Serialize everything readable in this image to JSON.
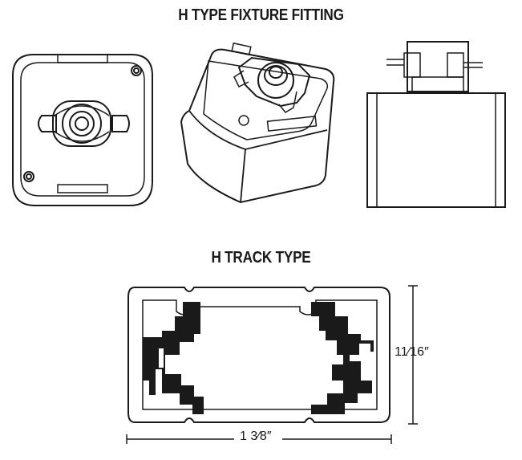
{
  "titles": {
    "fixture_fitting": "H TYPE FIXTURE FITTING",
    "track_type": "H TRACK TYPE"
  },
  "dimensions": {
    "width": "1 3⁄8″",
    "height": "11⁄16″"
  },
  "colors": {
    "line": "#1a1a1a",
    "fill": "#1a1a1a",
    "background": "#ffffff"
  }
}
